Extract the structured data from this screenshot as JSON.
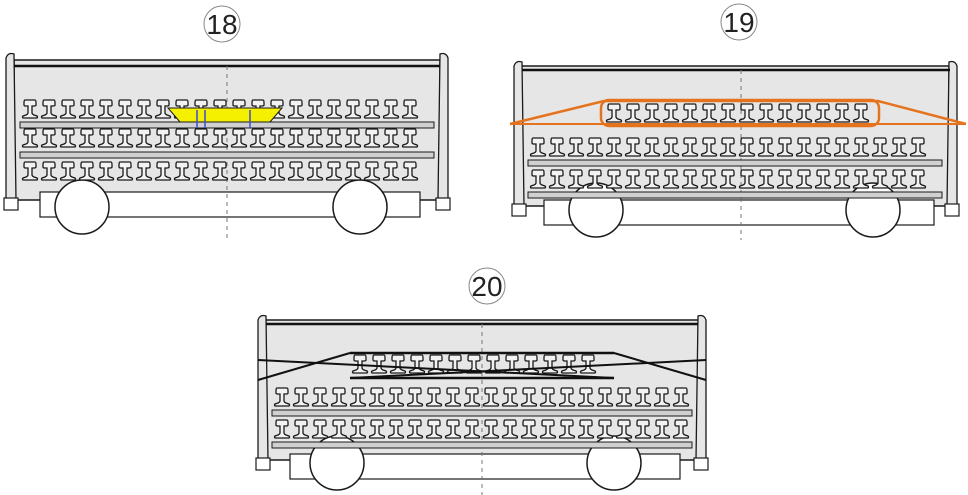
{
  "panels": [
    {
      "id": "18",
      "label": "18",
      "strapping": "yellow-tie"
    },
    {
      "id": "19",
      "label": "19",
      "strapping": "orange-band"
    },
    {
      "id": "20",
      "label": "20",
      "strapping": "cross-lashing"
    }
  ],
  "colors": {
    "outline": "#1a1a1a",
    "wagon_fill": "#e6e6e6",
    "tie_yellow": "#f4f000",
    "band_orange": "#e5731e",
    "tie_blue": "#3b4bd1"
  }
}
